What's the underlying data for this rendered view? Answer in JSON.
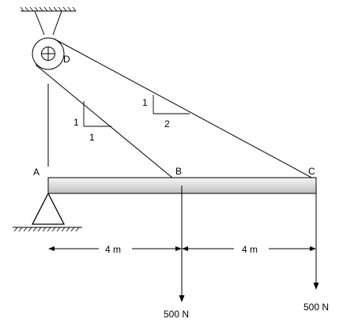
{
  "labels": {
    "pulley": "D",
    "point_a": "A",
    "point_b": "B",
    "point_c": "C"
  },
  "slope_bd": {
    "rise": "1",
    "run": "1"
  },
  "slope_cd": {
    "rise": "1",
    "run": "2"
  },
  "dimensions": {
    "ab": "4 m",
    "bc": "4 m"
  },
  "loads": {
    "at_b": "500 N",
    "at_c": "500 N"
  },
  "colors": {
    "ink": "#000000",
    "beam_light": "#f2f2f2",
    "beam_mid": "#d9d9d9",
    "beam_dark": "#bfbfbf"
  }
}
